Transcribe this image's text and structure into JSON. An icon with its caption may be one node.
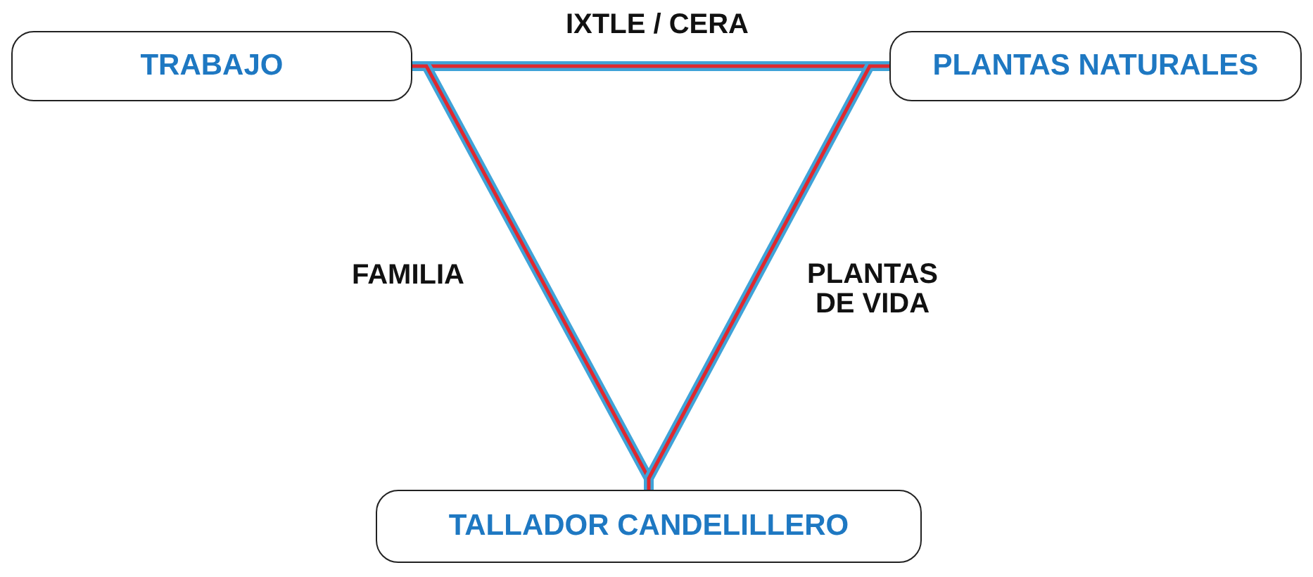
{
  "diagram": {
    "nodes": [
      {
        "text": [
          "TRABAJO"
        ]
      },
      {
        "text": [
          "PLANTAS NATURALES"
        ]
      },
      {
        "text": [
          "TALLADOR CANDELILLERO"
        ]
      }
    ],
    "edges": [
      {
        "from": 0,
        "to": 1,
        "arrow": "none",
        "label": "IXTLE / CERA"
      },
      {
        "from": 0,
        "to": 2,
        "arrow": "none",
        "label": "FAMILIA"
      },
      {
        "from": 1,
        "to": 2,
        "arrow": "none",
        "label": "PLANTAS DE VIDA"
      }
    ]
  }
}
